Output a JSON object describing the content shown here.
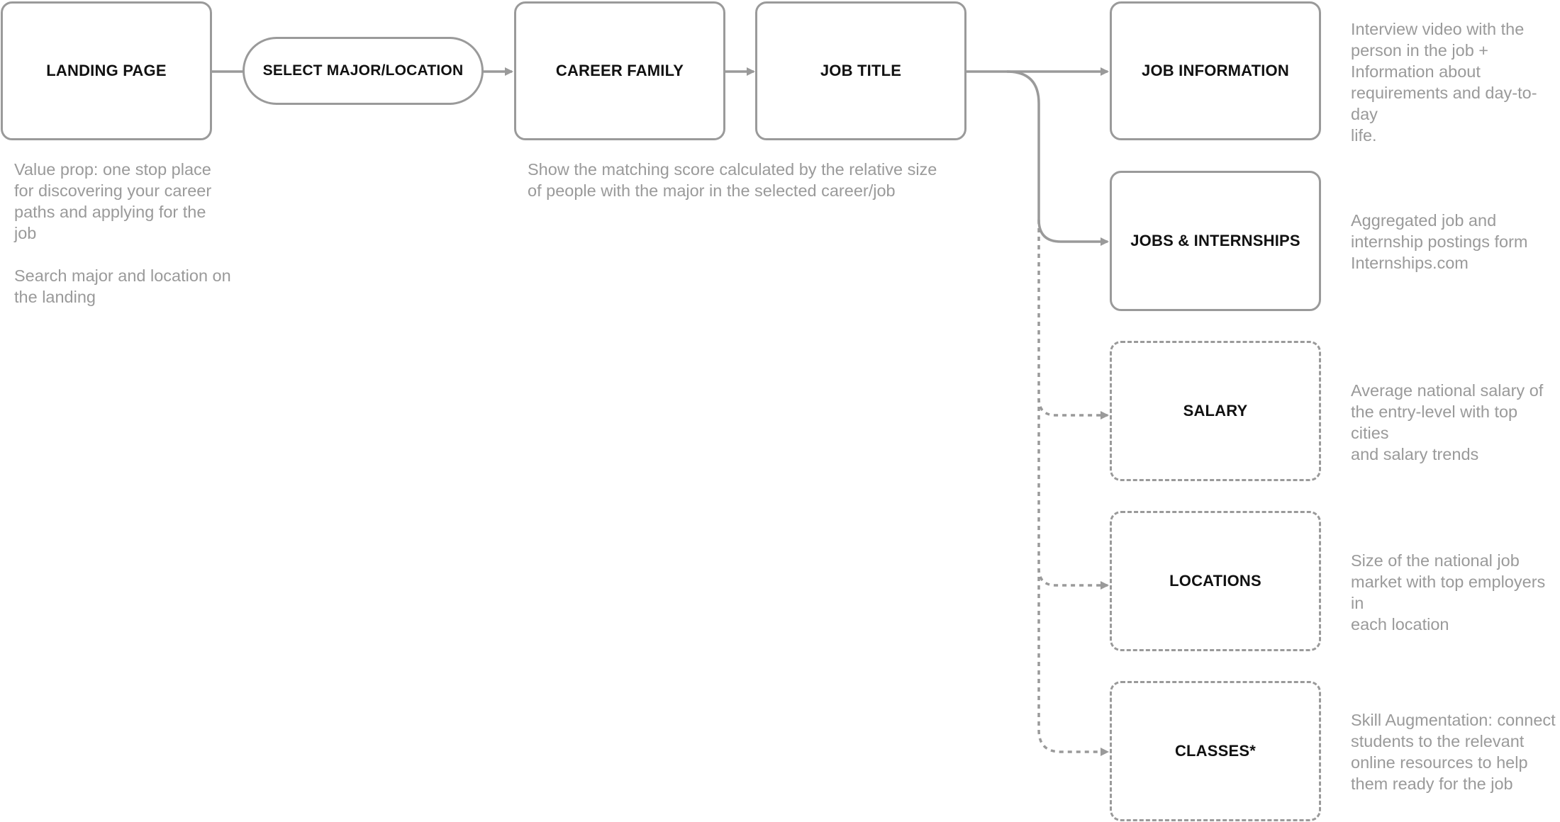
{
  "colors": {
    "stroke": "#9a9a9a",
    "label": "#111111",
    "note": "#9a9a9a"
  },
  "nodes": {
    "landing": "LANDING PAGE",
    "select": "SELECT MAJOR/LOCATION",
    "career": "CAREER FAMILY",
    "job_title": "JOB TITLE",
    "job_info": "JOB INFORMATION",
    "jobs_internships": "JOBS & INTERNSHIPS",
    "salary": "SALARY",
    "locations": "LOCATIONS",
    "classes": "CLASSES*"
  },
  "notes": {
    "landing_value_prop": "Value prop: one stop place\nfor discovering your career\npaths and applying for the\njob",
    "landing_search": "Search major and location on\nthe landing",
    "career_matching": "Show the matching score calculated by the relative size\nof people with the major in the selected career/job",
    "job_info": "Interview video with the\nperson in the job +\nInformation about\nrequirements and day-to-day\nlife.",
    "jobs_internships": "Aggregated job and\ninternship postings form\nInternships.com",
    "salary": "Average national salary of\nthe entry-level with top cities\nand salary trends",
    "locations": "Size of the national job\nmarket with top employers in\neach location",
    "classes": "Skill Augmentation: connect\nstudents to the relevant\nonline resources to help\nthem ready for the job"
  }
}
